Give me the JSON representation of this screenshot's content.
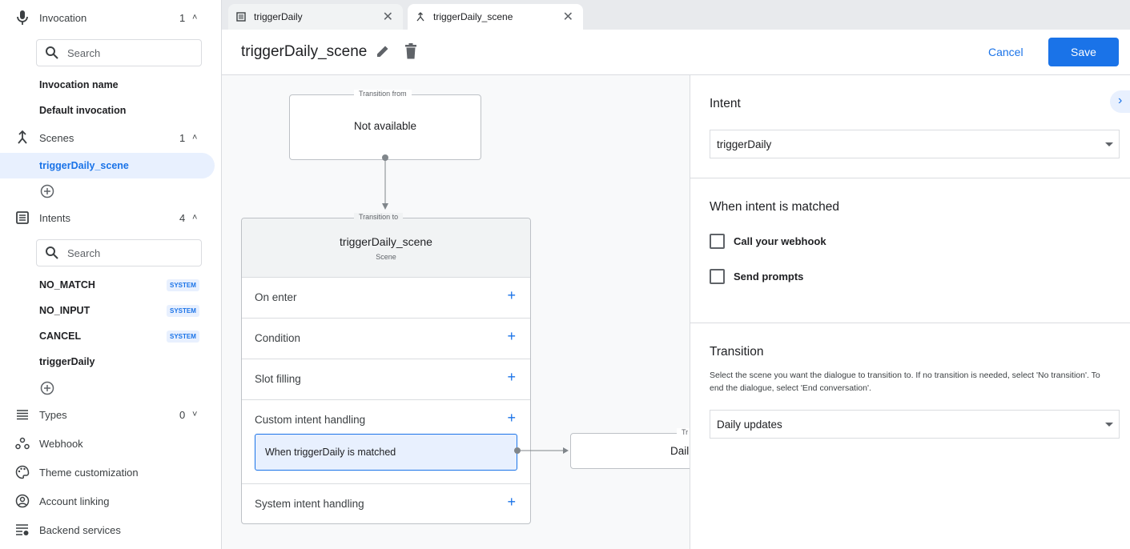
{
  "sidebar": {
    "invocation": {
      "label": "Invocation",
      "count": "1",
      "icon": "microphone-icon",
      "search_placeholder": "Search",
      "items": [
        "Invocation name",
        "Default invocation"
      ]
    },
    "scenes": {
      "label": "Scenes",
      "count": "1",
      "icon": "merge-icon",
      "items": [
        "triggerDaily_scene"
      ]
    },
    "intents": {
      "label": "Intents",
      "count": "4",
      "icon": "list-icon",
      "search_placeholder": "Search",
      "items": [
        {
          "name": "NO_MATCH",
          "badge": "SYSTEM"
        },
        {
          "name": "NO_INPUT",
          "badge": "SYSTEM"
        },
        {
          "name": "CANCEL",
          "badge": "SYSTEM"
        },
        {
          "name": "triggerDaily",
          "badge": ""
        }
      ]
    },
    "types": {
      "label": "Types",
      "count": "0"
    },
    "webhook": "Webhook",
    "theme": "Theme customization",
    "account": "Account linking",
    "backend": "Backend services"
  },
  "tabs": [
    {
      "label": "triggerDaily",
      "icon": "intent-icon"
    },
    {
      "label": "triggerDaily_scene",
      "icon": "scene-icon",
      "active": true
    }
  ],
  "header": {
    "title": "triggerDaily_scene",
    "cancel": "Cancel",
    "save": "Save"
  },
  "canvas": {
    "from": {
      "legend": "Transition from",
      "value": "Not available"
    },
    "scene": {
      "legend": "Transition to",
      "name": "triggerDaily_scene",
      "sub": "Scene",
      "rows": [
        "On enter",
        "Condition",
        "Slot filling",
        "Custom intent handling",
        "System intent handling"
      ],
      "handler": "When triggerDaily is matched"
    },
    "target": {
      "legend": "Tr",
      "value": "Dail"
    }
  },
  "panel": {
    "intent_title": "Intent",
    "intent_value": "triggerDaily",
    "matched_title": "When intent is matched",
    "webhook": "Call your webhook",
    "prompts": "Send prompts",
    "transition_title": "Transition",
    "transition_desc": "Select the scene you want the dialogue to transition to. If no transition is needed, select 'No transition'. To end the dialogue, select 'End conversation'.",
    "transition_value": "Daily updates"
  },
  "colors": {
    "accent": "#1a73e8",
    "selected_bg": "#e8f0fe"
  }
}
